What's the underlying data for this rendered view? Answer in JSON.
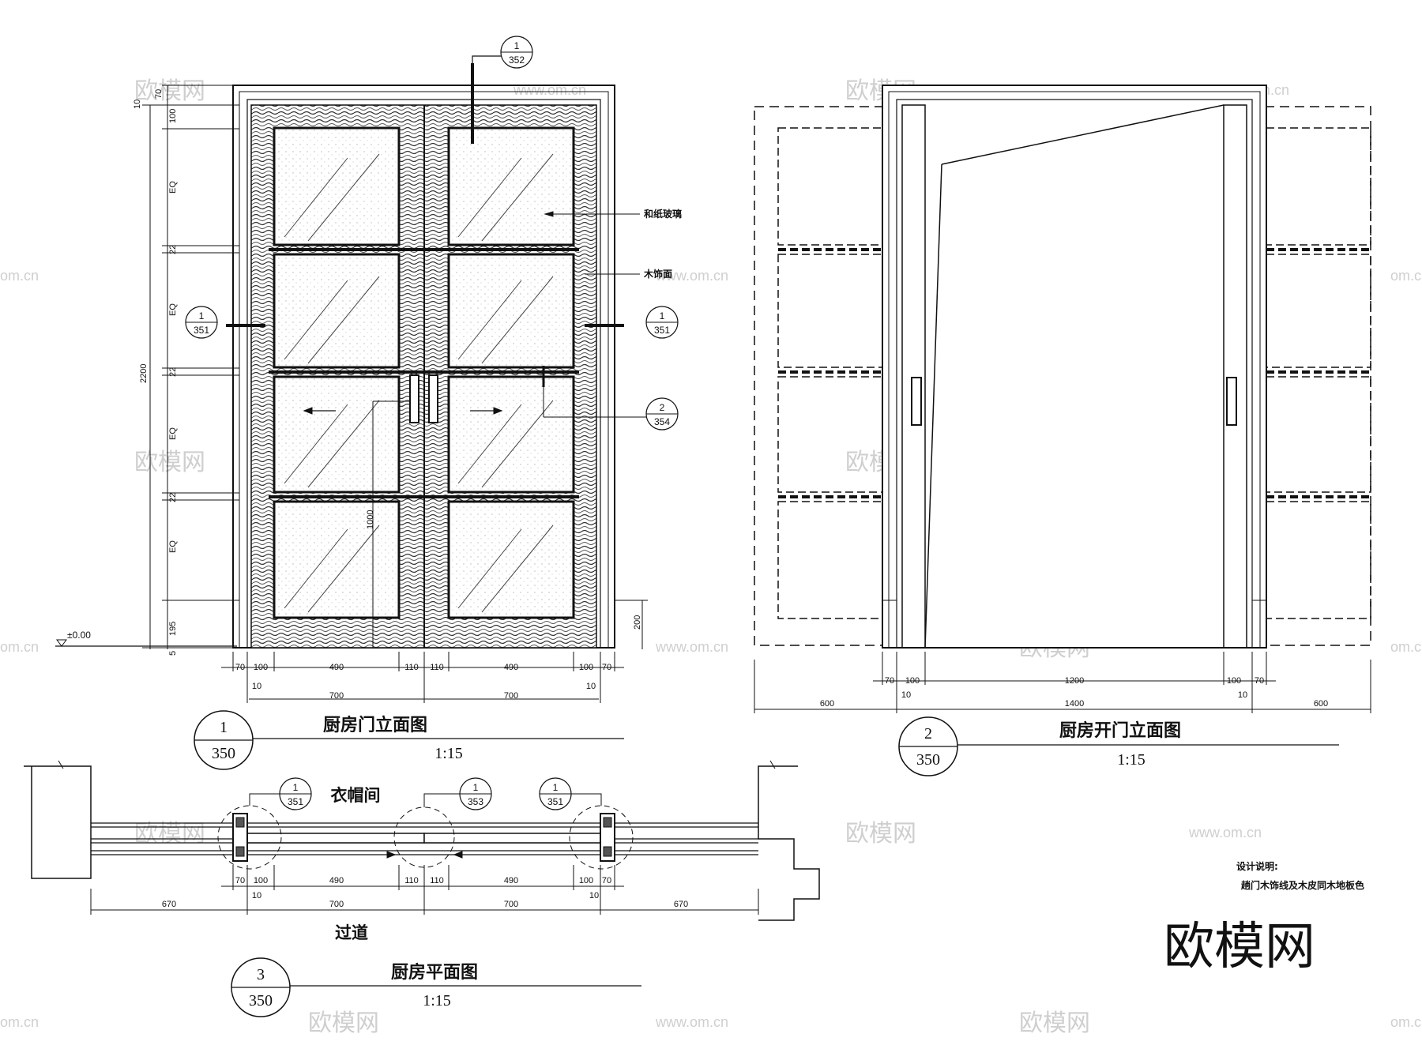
{
  "drawing1": {
    "title": "厨房门立面图",
    "scale": "1:15",
    "tag_number": "1",
    "tag_sheet": "350",
    "callouts": [
      {
        "num": "1",
        "sheet": "352"
      },
      {
        "num": "1",
        "sheet": "351"
      },
      {
        "num": "1",
        "sheet": "351"
      },
      {
        "num": "2",
        "sheet": "354"
      }
    ],
    "labels": {
      "glass": "和纸玻璃",
      "wood": "木饰面",
      "level": "±0.00"
    },
    "vertical_dims": [
      "10",
      "70",
      "100",
      "EQ",
      "22",
      "EQ",
      "22",
      "EQ",
      "22",
      "EQ",
      "195",
      "5",
      "2200",
      "1000",
      "200"
    ],
    "horizontal_dims_row1": [
      "70",
      "100",
      "490",
      "110",
      "110",
      "490",
      "100",
      "70"
    ],
    "horizontal_dims_row2": [
      "10",
      "700",
      "700",
      "10"
    ]
  },
  "drawing2": {
    "title": "厨房开门立面图",
    "scale": "1:15",
    "tag_number": "2",
    "tag_sheet": "350",
    "horizontal_dims_row1": [
      "70",
      "100",
      "1200",
      "100",
      "70"
    ],
    "horizontal_dims_row2": [
      "10",
      "10"
    ],
    "horizontal_dims_row3": [
      "600",
      "1400",
      "600"
    ]
  },
  "drawing3": {
    "title": "厨房平面图",
    "scale": "1:15",
    "tag_number": "3",
    "tag_sheet": "350",
    "room_top": "衣帽间",
    "room_bottom": "过道",
    "callouts": [
      {
        "num": "1",
        "sheet": "351"
      },
      {
        "num": "1",
        "sheet": "353"
      },
      {
        "num": "1",
        "sheet": "351"
      }
    ],
    "horizontal_dims_row1": [
      "70",
      "100",
      "490",
      "110",
      "110",
      "490",
      "100",
      "70"
    ],
    "horizontal_dims_row2": [
      "670",
      "10",
      "700",
      "700",
      "10",
      "670"
    ]
  },
  "notes": {
    "heading": "设计说明:",
    "line1": "趟门木饰线及木皮同木地板色"
  },
  "watermark": {
    "logo": "欧模网",
    "url": "www.om.cn",
    "url_short": "om.cn"
  }
}
